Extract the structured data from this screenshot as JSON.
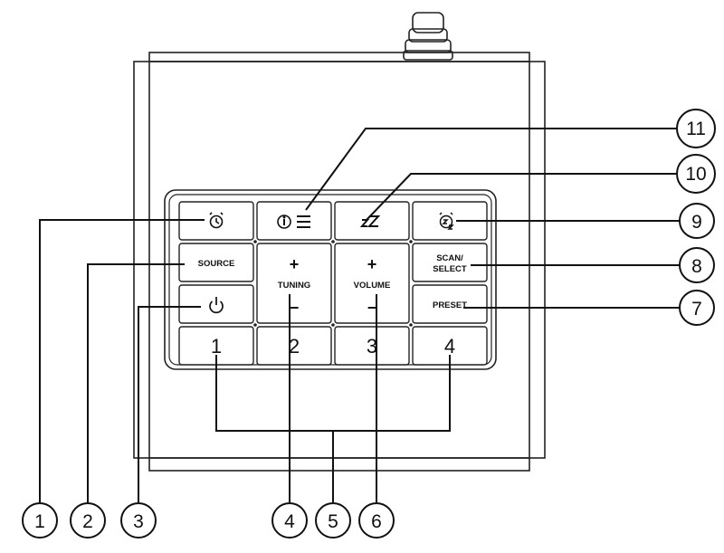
{
  "buttons": {
    "source": "SOURCE",
    "scan": "SCAN/",
    "select": "SELECT",
    "preset": "PRESET",
    "tuning": "TUNING",
    "volume": "VOLUME",
    "plus": "+",
    "minus": "−",
    "preset_1": "1",
    "preset_2": "2",
    "preset_3": "3",
    "preset_4": "4"
  },
  "icons": {
    "alarm": "alarm-clock-icon",
    "info_menu": "info-menu-icon",
    "sleep": "sleep-icon",
    "snooze": "snooze-icon",
    "power": "power-icon"
  },
  "callouts": [
    "1",
    "2",
    "3",
    "4",
    "5",
    "6",
    "7",
    "8",
    "9",
    "10",
    "11"
  ]
}
